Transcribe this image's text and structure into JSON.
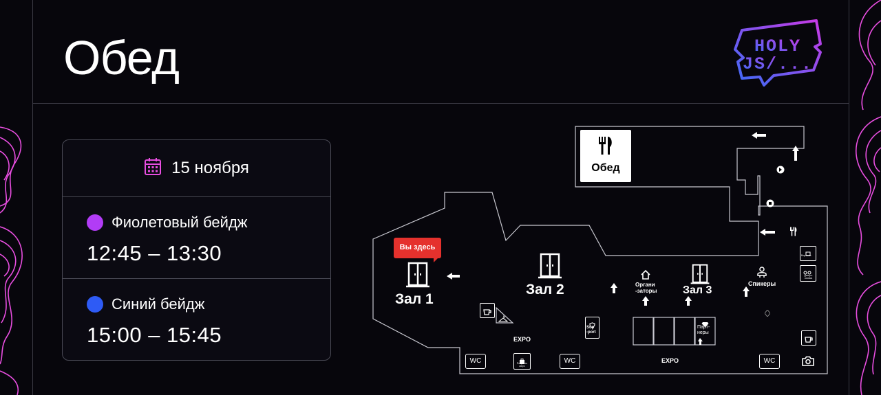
{
  "header": {
    "title": "Обед"
  },
  "logo": {
    "line1": "HOLY",
    "line2": "JS/..."
  },
  "schedule": {
    "date": "15 ноября",
    "badges": [
      {
        "name": "Фиолетовый бейдж",
        "time": "12:45 – 13:30",
        "color": "#b23cf6"
      },
      {
        "name": "Синий бейдж",
        "time": "15:00 – 15:45",
        "color": "#2e5bf5"
      }
    ]
  },
  "map": {
    "lunch_label": "Обед",
    "here_label": "Вы здесь",
    "halls": [
      "Зал 1",
      "Зал 2",
      "Зал 3"
    ],
    "organizers": "Органи\n-заторы",
    "organizers_l1": "Органи",
    "organizers_l2": "-заторы",
    "speakers": "Спикеры",
    "expo": "EXPO",
    "wc": "WC",
    "support_l1": "Sup",
    "support_l2": "-port",
    "partners_l1": "Парт-",
    "partners_l2": "неры",
    "get_merch": "Получить мерч",
    "discussion_label": "Дискус-сионка",
    "workshop_label": "Воркшоп"
  },
  "colors": {
    "accent_here": "#e5312d",
    "purple": "#b23cf6",
    "blue": "#2e5bf5",
    "line": "#3a3a44",
    "pink": "#e84ee0"
  }
}
